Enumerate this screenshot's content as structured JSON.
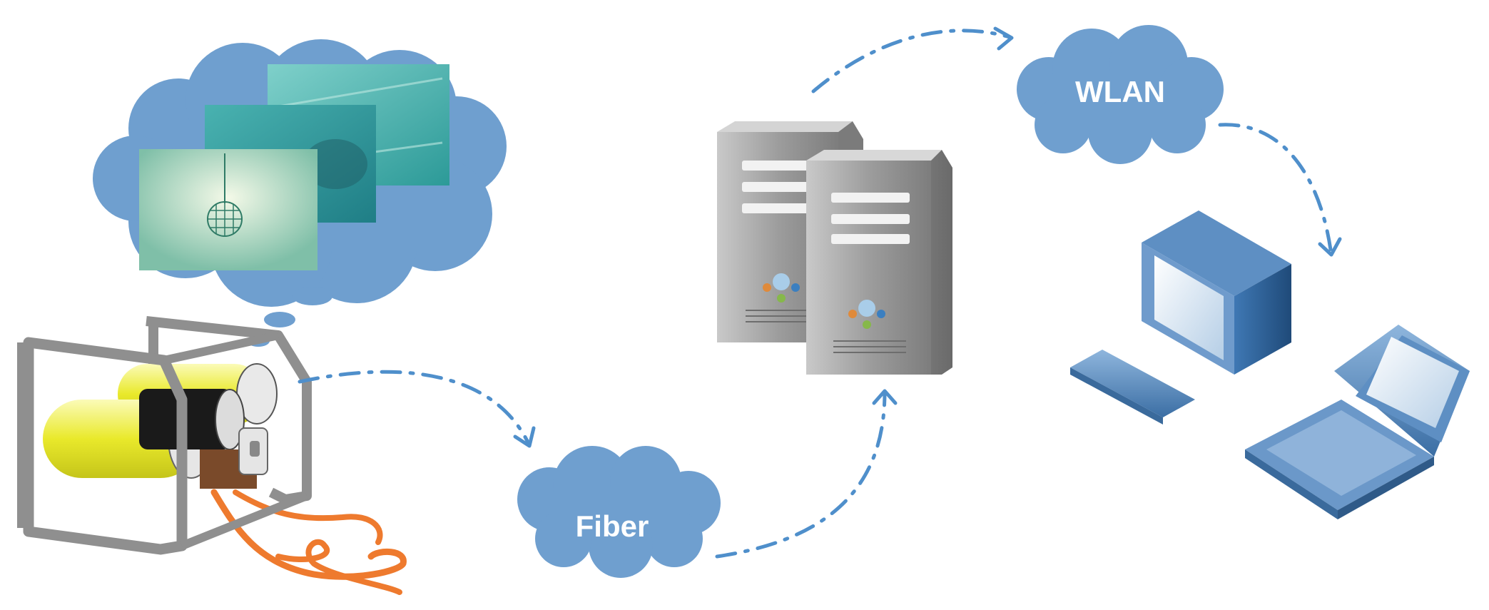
{
  "nodes": {
    "fiber": {
      "label": "Fiber"
    },
    "wlan": {
      "label": "WLAN"
    }
  },
  "icons": {
    "rov": "underwater-rov-icon",
    "thought_cloud": "thought-cloud-icon",
    "images": "underwater-image-frames",
    "servers": "server-tower-icon",
    "desktop": "desktop-computer-icon",
    "keyboard": "keyboard-icon",
    "laptop": "laptop-icon",
    "arrows": "dash-dot-arrow-icon"
  },
  "colors": {
    "cloud": "#6f9fcf",
    "arrow": "#4f8fcb",
    "rov_frame": "#8f8f8f",
    "rov_body": "#e6e62a",
    "cable": "#ee7a2e",
    "server": "#9b9b9b"
  }
}
